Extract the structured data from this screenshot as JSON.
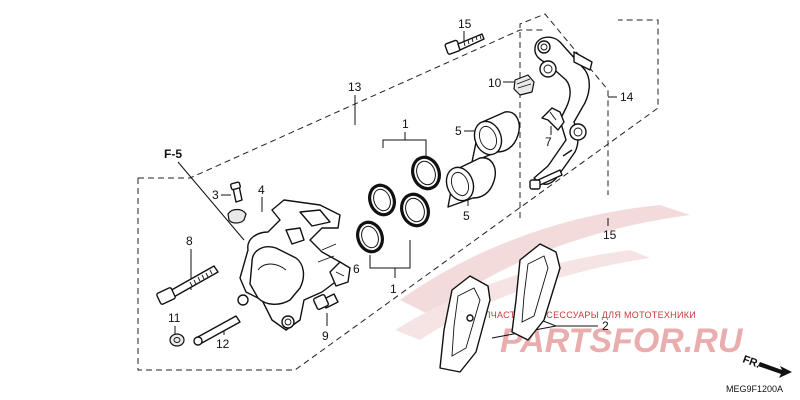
{
  "labels": {
    "c1": "1",
    "c1b": "1",
    "c2": "2",
    "c3": "3",
    "c4": "4",
    "c5": "5",
    "c5b": "5",
    "c6": "6",
    "c7": "7",
    "c8": "8",
    "c9": "9",
    "c10": "10",
    "c11": "11",
    "c12": "12",
    "c13": "13",
    "c14": "14",
    "c15": "15",
    "c15b": "15",
    "ref": "F-5"
  },
  "diagram_code": "MEG9F1200A",
  "direction_label": "FR.",
  "watermark": {
    "text": "ЗАПЧАСТИ И АКСЕССУАРЫ ДЛЯ МОТОТЕХНИКИ",
    "logo": "PARTSFOR.RU"
  },
  "colors": {
    "line": "#111111",
    "watermark": "#c53a3a"
  }
}
